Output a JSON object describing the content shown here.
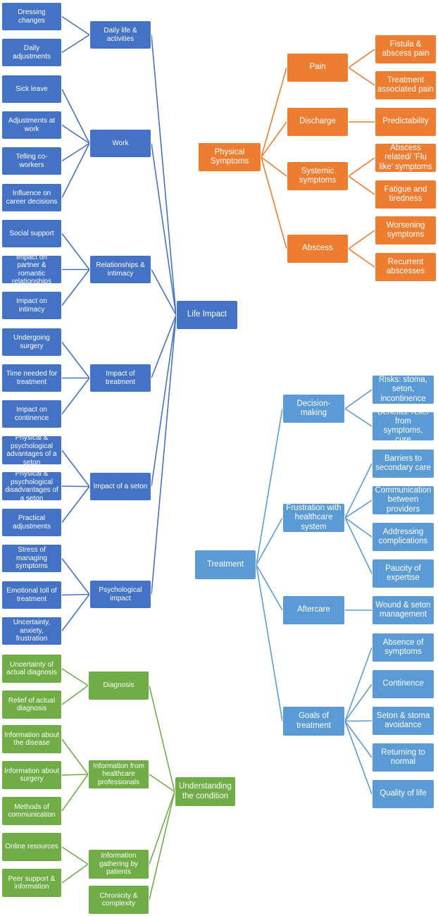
{
  "colors": {
    "dark_blue": "#4472C4",
    "orange": "#ED7D31",
    "light_blue": "#5B9BD5",
    "green": "#70AD47",
    "border": "#FFFFFF"
  },
  "diagram": {
    "life_impact": {
      "label": "Life Impact",
      "groups": [
        {
          "label": "Daily life & activities",
          "items": [
            "Dressing changes",
            "Daily adjustments"
          ]
        },
        {
          "label": "Work",
          "items": [
            "Sick leave",
            "Adjustments at work",
            "Telling co-workers",
            "Influence on career decisions"
          ]
        },
        {
          "label": "Relationships & intimacy",
          "items": [
            "Social support",
            "Impact on partner & romantic relationships",
            "Impact on intimacy"
          ]
        },
        {
          "label": "Impact of treatment",
          "items": [
            "Undergoing surgery",
            "Time needed for treatment",
            "Impact on continence"
          ]
        },
        {
          "label": "Impact of a seton",
          "items": [
            "Physical & psychological advantages of a seton",
            "Physical & psychological disadvantages of a seton",
            "Practical adjustments"
          ]
        },
        {
          "label": "Psychological impact",
          "items": [
            "Stress of managing symptoms",
            "Emotional toll of treatment",
            "Uncertainty, anxiety, frustration"
          ]
        }
      ]
    },
    "physical_symptoms": {
      "label": "Physical Symptoms",
      "groups": [
        {
          "label": "Pain",
          "items": [
            "Fistula & abscess pain",
            "Treatment associated pain"
          ]
        },
        {
          "label": "Discharge",
          "items": [
            "Predictability"
          ]
        },
        {
          "label": "Systemic symptoms",
          "items": [
            "Abscess related/ 'Flu like' symptoms",
            "Fatigue and tiredness"
          ]
        },
        {
          "label": "Abscess",
          "items": [
            "Worsening symptoms",
            "Recurrent abscesses"
          ]
        }
      ]
    },
    "treatment": {
      "label": "Treatment",
      "groups": [
        {
          "label": "Decision-making",
          "items": [
            "Risks: stoma, seton, incontinence",
            "Benefits: relief from symptoms, cure"
          ]
        },
        {
          "label": "Frustration with healthcare system",
          "items": [
            "Barriers to secondary care",
            "Communication between providers",
            "Addressing complications",
            "Paucity of expertise"
          ]
        },
        {
          "label": "Aftercare",
          "items": [
            "Wound  & seton management"
          ]
        },
        {
          "label": "Goals of treatment",
          "items": [
            "Absence of symptoms",
            "Continence",
            "Seton & stoma avoidance",
            "Returning to normal",
            "Quality of life"
          ]
        }
      ]
    },
    "understanding": {
      "label": "Understanding the condition",
      "groups": [
        {
          "label": "Diagnosis",
          "items": [
            "Uncertainty of actual diagnosis",
            "Relief of actual diagnosis"
          ]
        },
        {
          "label": "Information from healthcare professionals",
          "items": [
            "Information about the disease",
            "Information about surgery",
            "Methods of communication"
          ]
        },
        {
          "label": "Information gathering by patients",
          "items": [
            "Online resources",
            "Peer support & information"
          ]
        },
        {
          "label": "Chronicity & complexity",
          "items": []
        }
      ]
    }
  }
}
